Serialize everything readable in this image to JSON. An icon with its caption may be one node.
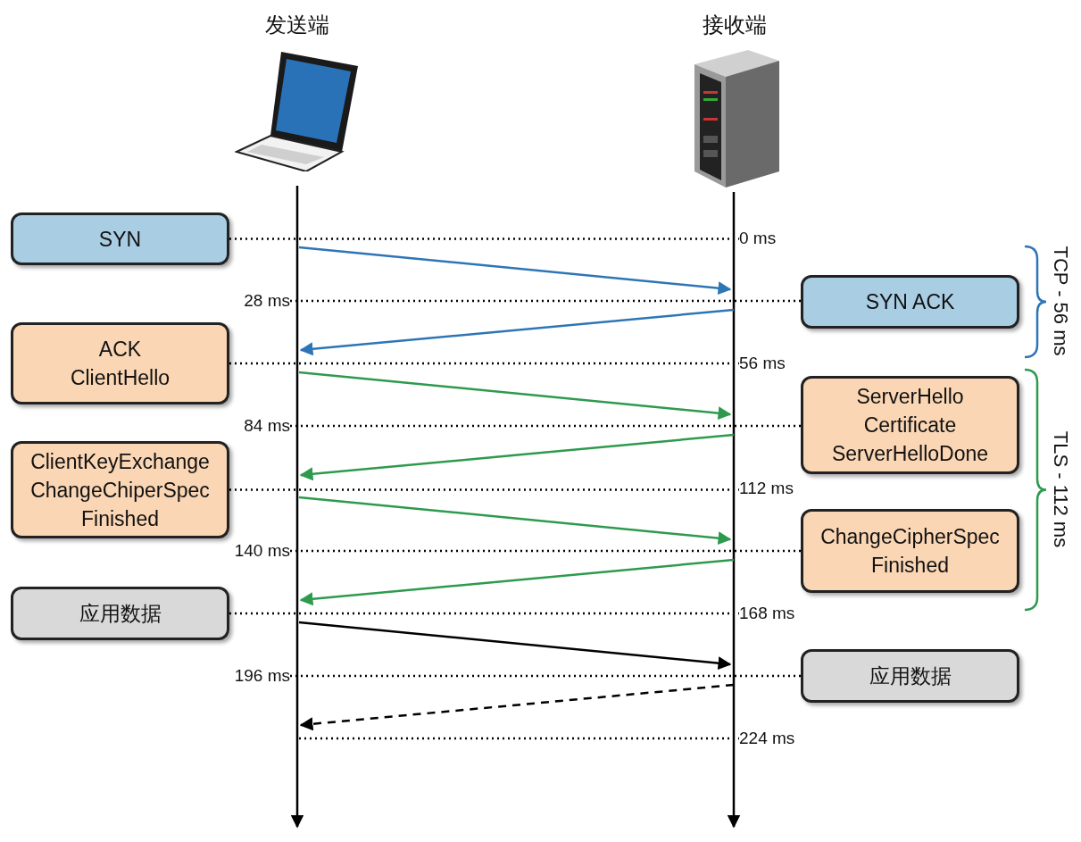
{
  "diagram": {
    "nodes": [
      {
        "text": [
          "发送端"
        ]
      },
      {
        "text": [
          "接收端"
        ]
      },
      {
        "text": [
          "SYN"
        ]
      },
      {
        "text": [
          "0 ms"
        ]
      },
      {
        "text": [
          "28 ms"
        ]
      },
      {
        "text": [
          "SYN ACK"
        ]
      },
      {
        "text": [
          "ACK",
          "ClientHello"
        ]
      },
      {
        "text": [
          "56 ms"
        ]
      },
      {
        "text": [
          "84 ms"
        ]
      },
      {
        "text": [
          "ServerHello",
          "Certificate",
          "ServerHelloDone"
        ]
      },
      {
        "text": [
          "ClientKeyExchange",
          "ChangeChiperSpec",
          "Finished"
        ]
      },
      {
        "text": [
          "112 ms"
        ]
      },
      {
        "text": [
          "140 ms"
        ]
      },
      {
        "text": [
          "ChangeCipherSpec",
          "Finished"
        ]
      },
      {
        "text": [
          "应用数据"
        ]
      },
      {
        "text": [
          "168 ms"
        ]
      },
      {
        "text": [
          "196 ms"
        ]
      },
      {
        "text": [
          "应用数据"
        ]
      },
      {
        "text": [
          "224 ms"
        ]
      }
    ],
    "edges": [
      {
        "from": 0,
        "to": null,
        "arrow": "to"
      },
      {
        "from": 1,
        "to": null,
        "arrow": "to"
      },
      {
        "from": 2,
        "to": 3,
        "arrow": "none",
        "style": "dashed"
      },
      {
        "from": 4,
        "to": 5,
        "arrow": "none",
        "style": "dashed"
      },
      {
        "from": 6,
        "to": 7,
        "arrow": "none",
        "style": "dashed"
      },
      {
        "from": 8,
        "to": 9,
        "arrow": "none",
        "style": "dashed"
      },
      {
        "from": 10,
        "to": 11,
        "arrow": "none",
        "style": "dashed"
      },
      {
        "from": 12,
        "to": 13,
        "arrow": "none",
        "style": "dashed"
      },
      {
        "from": 14,
        "to": 15,
        "arrow": "none",
        "style": "dashed"
      },
      {
        "from": 16,
        "to": 17,
        "arrow": "none",
        "style": "dashed"
      },
      {
        "from": null,
        "to": 18,
        "arrow": "none",
        "style": "dashed"
      }
    ],
    "labels": [
      "TCP - 56 ms",
      "TLS - 112 ms"
    ]
  }
}
